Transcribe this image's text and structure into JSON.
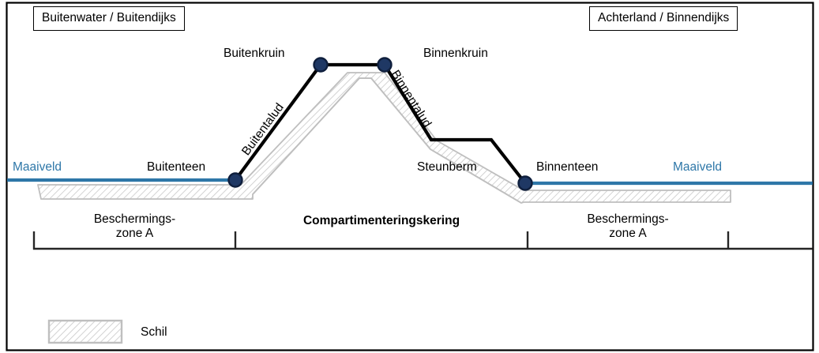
{
  "diagram": {
    "title_left_box": "Buitenwater / Buitendijks",
    "title_right_box": "Achterland / Binnendijks",
    "labels": {
      "buitenkruin": "Buitenkruin",
      "binnenkruin": "Binnenkruin",
      "buitentalud": "Buitentalud",
      "binnentalud": "Binnentalud",
      "steunberm": "Steunberm",
      "buitenteen": "Buitenteen",
      "binnenteen": "Binnenteen",
      "maaiveld_left": "Maaiveld",
      "maaiveld_right": "Maaiveld"
    },
    "zones": {
      "left": "Beschermings-\nzone A",
      "left_line1": "Beschermings-",
      "left_line2": "zone A",
      "center": "Compartimenteringskering",
      "right_line1": "Beschermings-",
      "right_line2": "zone A"
    },
    "legend": {
      "swatch_label": "Schil"
    },
    "colors": {
      "groundline_blue": "#2E77A8",
      "node_navy": "#1F3864",
      "profile_black": "#000000",
      "shell_outline": "#BFBFBF",
      "frame_black": "#000000"
    }
  }
}
